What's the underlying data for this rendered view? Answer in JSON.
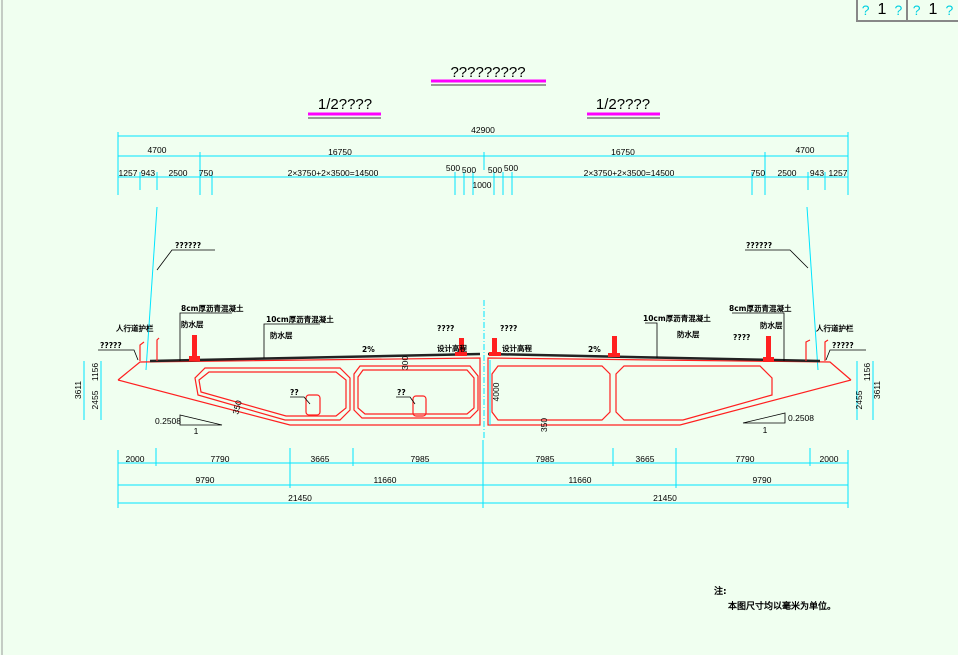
{
  "title_block": {
    "cells": [
      {
        "prefix": "?",
        "num": "1",
        "suffix": "?"
      },
      {
        "prefix": "?",
        "num": "1",
        "suffix": "?"
      }
    ]
  },
  "drawing": {
    "main_title": "?????????",
    "left_half_title": "1/2????",
    "right_half_title": "1/2????"
  },
  "top_dims": {
    "total": "42900",
    "row2": [
      "4700",
      "16750",
      "16750",
      "4700"
    ],
    "row3_left": [
      "1257",
      "943",
      "2500",
      "750",
      "2×3750+2×3500=14500",
      "500",
      "500"
    ],
    "center": "1000",
    "row3_right": [
      "500",
      "500",
      "2×3750+2×3500=14500",
      "750",
      "2500",
      "943",
      "1257"
    ]
  },
  "labels": {
    "left_light": "??????",
    "right_light": "??????",
    "asphalt8": "8cm厚沥青混凝土",
    "waterproof": "防水层",
    "asphalt10": "10cm厚沥青混凝土",
    "ped_rail": "人行道护栏",
    "curb": "?????",
    "barrier": "????",
    "design_elev": "设计高程",
    "slope": "2%",
    "hole": "??",
    "thick300": "300",
    "thick350": "350",
    "height4000": "4000",
    "h1156": "1156",
    "h2455": "2455",
    "h3611": "3611",
    "ratio": "0.2508",
    "ratio_unit": "1"
  },
  "bottom_dims": {
    "row1": [
      "2000",
      "7790",
      "3665",
      "7985",
      "7985",
      "3665",
      "7790",
      "2000"
    ],
    "row2": [
      "9790",
      "11660",
      "11660",
      "9790"
    ],
    "row3": [
      "21450",
      "21450"
    ]
  },
  "notes": {
    "heading": "注:",
    "line1": "本图尺寸均以毫米为单位。"
  },
  "colors": {
    "background": "#f0fff0",
    "dimension": "#00e5ff",
    "structure": "#ff2020",
    "title_underline": "#ff00ff"
  }
}
